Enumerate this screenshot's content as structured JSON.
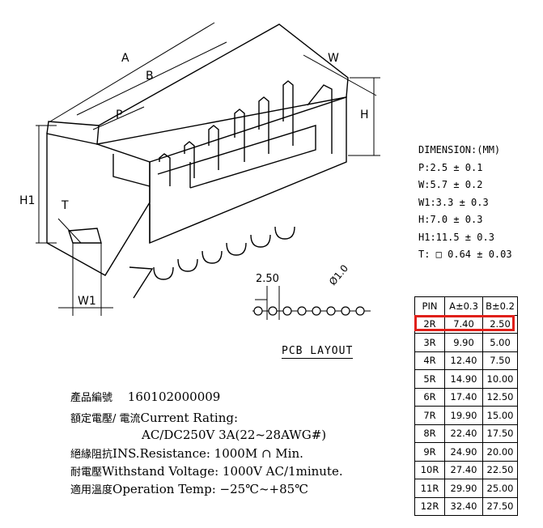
{
  "drawing_labels": {
    "A": "A",
    "B": "B",
    "P": "P",
    "W": "W",
    "H": "H",
    "H1": "H1",
    "T": "T",
    "W1": "W1"
  },
  "dimension": {
    "title": "DIMENSION:(MM)",
    "lines": [
      "P:2.5 ± 0.1",
      "W:5.7 ± 0.2",
      "W1:3.3 ± 0.3",
      "H:7.0 ± 0.3",
      "H1:11.5 ± 0.3",
      "T: □ 0.64 ± 0.03"
    ]
  },
  "pcb": {
    "pitch": "2.50",
    "diameter": "Ø1.0",
    "label": "PCB LAYOUT"
  },
  "table": {
    "headers": [
      "PIN",
      "A±0.3",
      "B±0.2"
    ],
    "rows": [
      [
        "2R",
        "7.40",
        "2.50"
      ],
      [
        "3R",
        "9.90",
        "5.00"
      ],
      [
        "4R",
        "12.40",
        "7.50"
      ],
      [
        "5R",
        "14.90",
        "10.00"
      ],
      [
        "6R",
        "17.40",
        "12.50"
      ],
      [
        "7R",
        "19.90",
        "15.00"
      ],
      [
        "8R",
        "22.40",
        "17.50"
      ],
      [
        "9R",
        "24.90",
        "20.00"
      ],
      [
        "10R",
        "27.40",
        "22.50"
      ],
      [
        "11R",
        "29.90",
        "25.00"
      ],
      [
        "12R",
        "32.40",
        "27.50"
      ]
    ],
    "highlight_color": "#e0201a"
  },
  "info": {
    "part_label": "產品編號",
    "part_no": "160102000009",
    "current_label": "額定電壓/ 電流",
    "current_title": "Current Rating:",
    "current_value": "AC/DC250V 3A(22~28AWG#)",
    "ins_label": "絕緣阻抗",
    "ins_value": "INS.Resistance: 1000M ∩ Min.",
    "withstand_label": "耐電壓",
    "withstand_value": "Withstand Voltage: 1000V AC/1minute.",
    "temp_label": "適用溫度",
    "temp_value": "Operation Temp: −25℃~+85℃"
  }
}
